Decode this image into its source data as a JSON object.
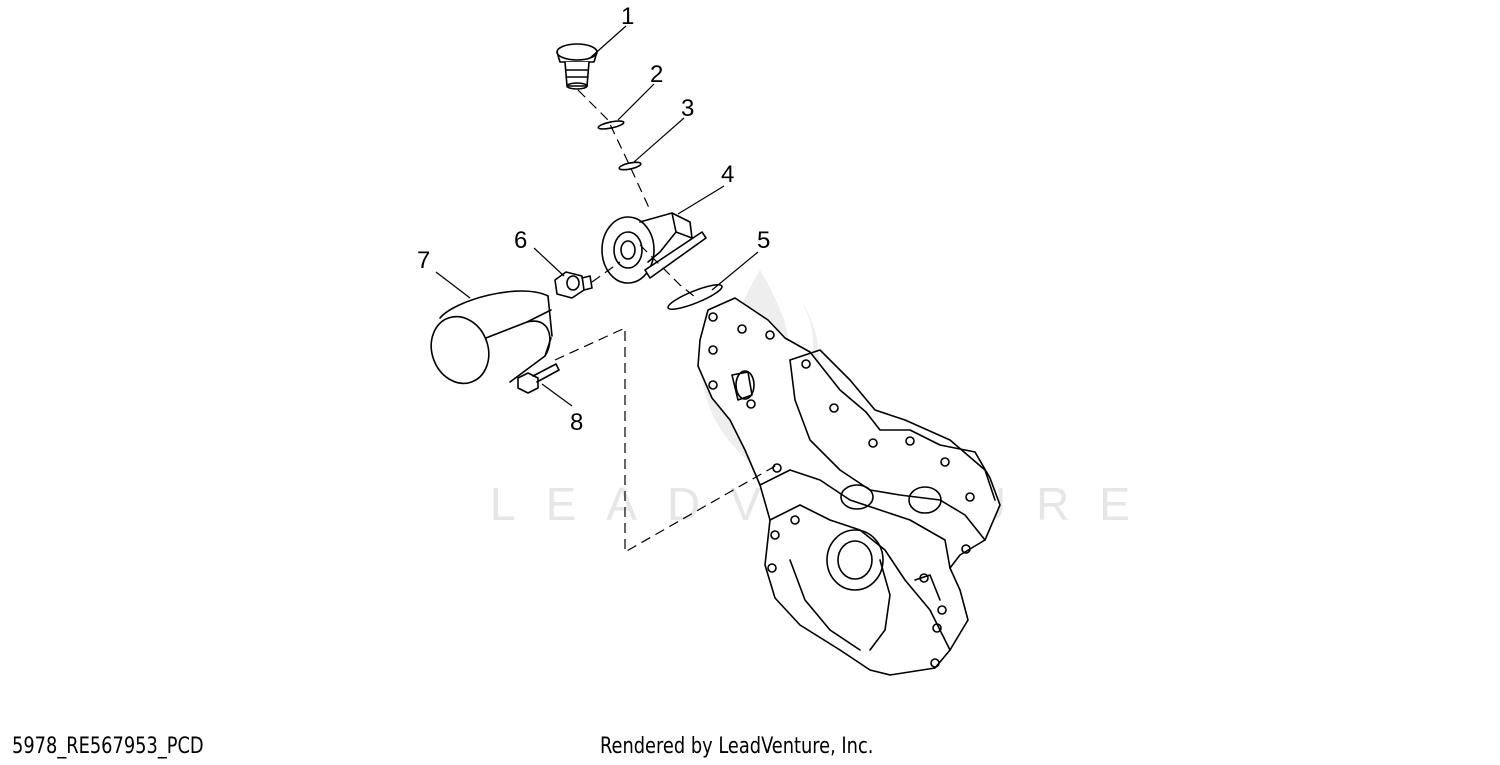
{
  "diagram": {
    "callouts": [
      "1",
      "2",
      "3",
      "4",
      "5",
      "6",
      "7",
      "8"
    ],
    "watermark": "LEADVENTURE"
  },
  "footer": {
    "diagram_code": "5978_RE567953_PCD",
    "render_credit": "Rendered by LeadVenture, Inc."
  }
}
